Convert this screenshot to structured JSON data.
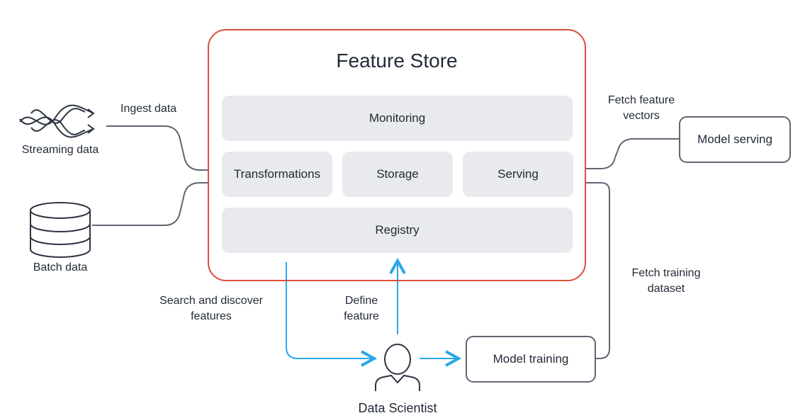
{
  "title": "Feature Store",
  "modules": {
    "monitoring": "Monitoring",
    "transformations": "Transformations",
    "storage": "Storage",
    "serving": "Serving",
    "registry": "Registry"
  },
  "sources": {
    "streaming": "Streaming data",
    "batch": "Batch data"
  },
  "edges": {
    "ingest": "Ingest data",
    "fetch_vectors_1": "Fetch feature",
    "fetch_vectors_2": "vectors",
    "fetch_training_1": "Fetch training",
    "fetch_training_2": "dataset",
    "search_1": "Search and discover",
    "search_2": "features",
    "define_1": "Define",
    "define_2": "feature"
  },
  "targets": {
    "model_serving": "Model serving",
    "model_training": "Model training"
  },
  "actor": "Data Scientist",
  "colors": {
    "store_border": "#d9503a",
    "flow_blue": "#2aa7e8",
    "line_gray": "#5f6671",
    "module_fill": "#e8eaed"
  }
}
